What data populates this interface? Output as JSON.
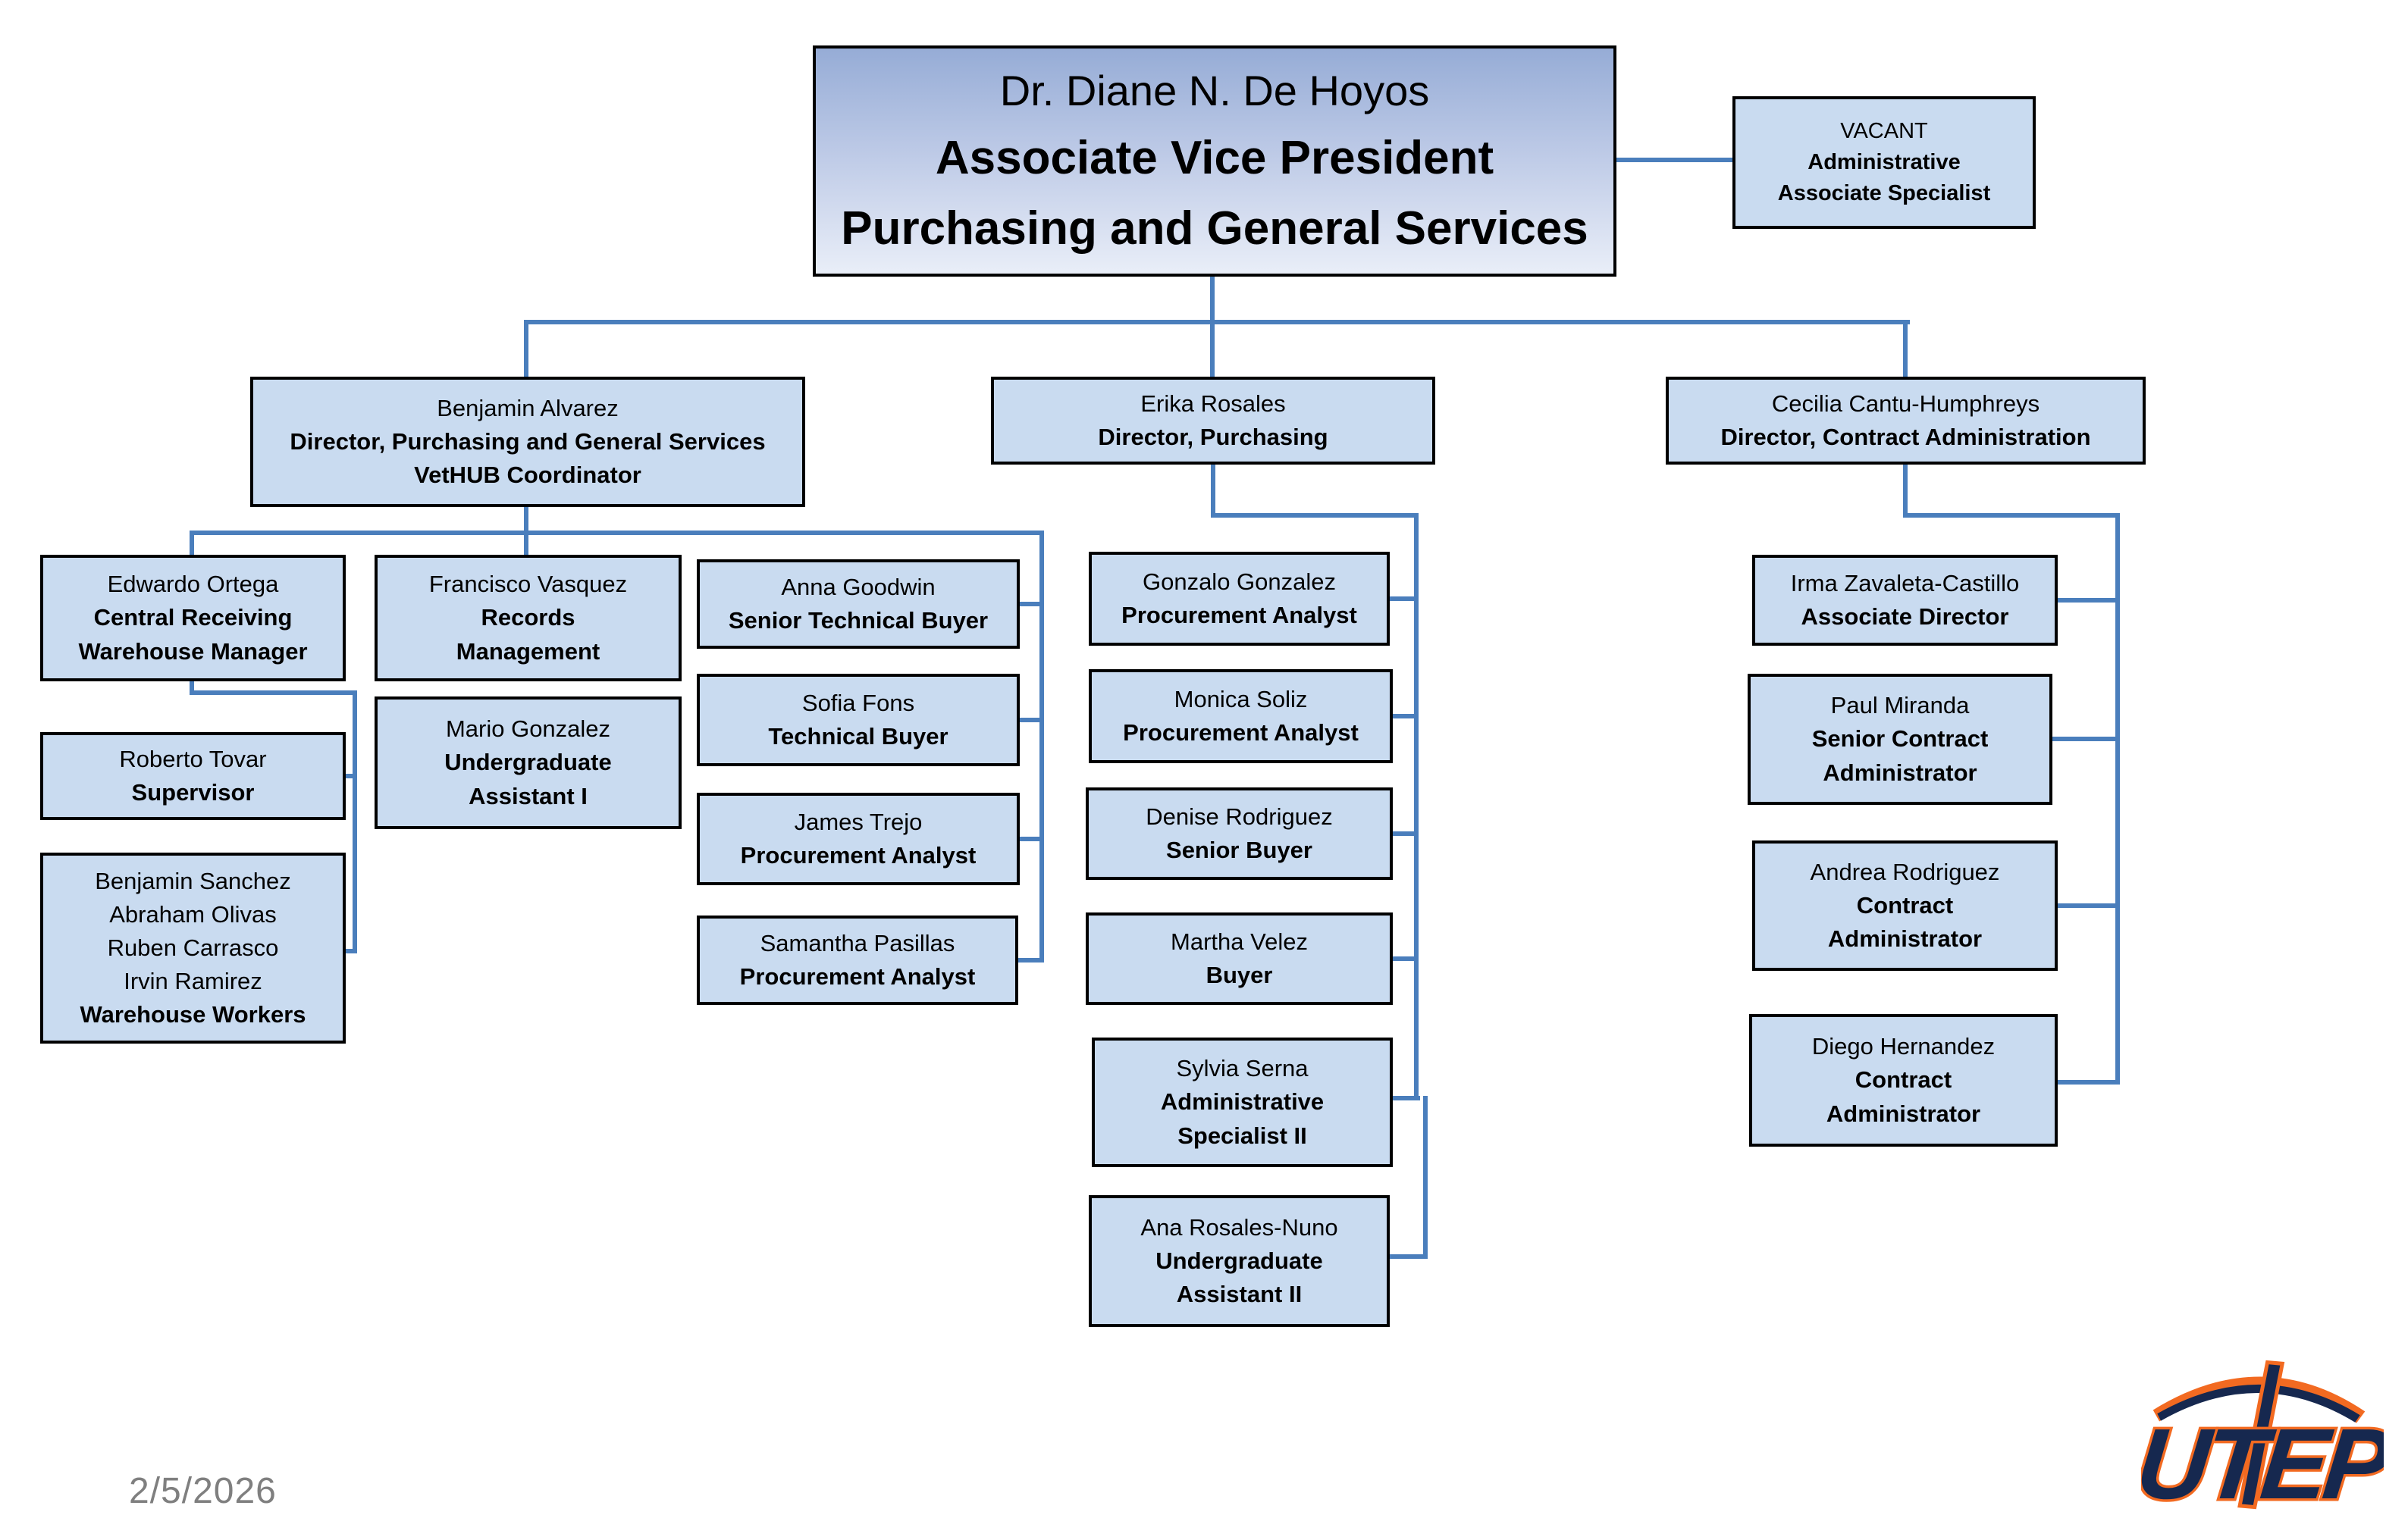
{
  "colors": {
    "box_fill": "#c9dbf0",
    "box_border": "#000000",
    "connector_blue": "#4a7ebc",
    "top_box_gradient_top": "#96acd6",
    "top_box_gradient_bottom": "#e9eef8",
    "date_gray": "#7f7f7f",
    "logo_navy": "#16284f",
    "logo_orange": "#f26a21"
  },
  "nodes": {
    "ceo": {
      "name": "Dr. Diane N. De Hoyos",
      "title1": "Associate Vice President",
      "title2": "Purchasing and General Services"
    },
    "vacant": {
      "name": "VACANT",
      "title1": "Administrative",
      "title2": "Associate Specialist"
    },
    "benjamin": {
      "name": "Benjamin Alvarez",
      "title1": "Director, Purchasing and General Services",
      "title2": "VetHUB Coordinator"
    },
    "erika": {
      "name": "Erika Rosales",
      "title1": "Director, Purchasing"
    },
    "cecilia": {
      "name": "Cecilia Cantu-Humphreys",
      "title1": "Director, Contract Administration"
    },
    "edwardo": {
      "name": "Edwardo Ortega",
      "title1": "Central Receiving",
      "title2": "Warehouse Manager"
    },
    "francisco": {
      "name": "Francisco Vasquez",
      "title1": "Records",
      "title2": "Management"
    },
    "mario": {
      "name": "Mario Gonzalez",
      "title1": "Undergraduate",
      "title2": "Assistant I"
    },
    "roberto": {
      "name": "Roberto Tovar",
      "title1": "Supervisor"
    },
    "warehouse": {
      "name1": "Benjamin Sanchez",
      "name2": "Abraham Olivas",
      "name3": "Ruben Carrasco",
      "name4": "Irvin Ramirez",
      "title1": "Warehouse Workers"
    },
    "anna": {
      "name": "Anna Goodwin",
      "title1": "Senior Technical Buyer"
    },
    "sofia": {
      "name": "Sofia Fons",
      "title1": "Technical Buyer"
    },
    "james": {
      "name": "James Trejo",
      "title1": "Procurement Analyst"
    },
    "samantha": {
      "name": "Samantha Pasillas",
      "title1": "Procurement Analyst"
    },
    "gonzalo": {
      "name": "Gonzalo Gonzalez",
      "title1": "Procurement Analyst"
    },
    "monica": {
      "name": "Monica Soliz",
      "title1": "Procurement Analyst"
    },
    "denise": {
      "name": "Denise Rodriguez",
      "title1": "Senior Buyer"
    },
    "martha": {
      "name": "Martha Velez",
      "title1": "Buyer"
    },
    "sylvia": {
      "name": "Sylvia Serna",
      "title1": "Administrative",
      "title2": "Specialist II"
    },
    "ana": {
      "name": "Ana Rosales-Nuno",
      "title1": "Undergraduate",
      "title2": "Assistant II"
    },
    "irma": {
      "name": "Irma Zavaleta-Castillo",
      "title1": "Associate Director"
    },
    "paul": {
      "name": "Paul Miranda",
      "title1": "Senior Contract",
      "title2": "Administrator"
    },
    "andrea": {
      "name": "Andrea Rodriguez",
      "title1": "Contract",
      "title2": "Administrator"
    },
    "diego": {
      "name": "Diego Hernandez",
      "title1": "Contract",
      "title2": "Administrator"
    }
  },
  "footer": {
    "date": "2/5/2026"
  },
  "logo": {
    "text": "UTEP"
  }
}
